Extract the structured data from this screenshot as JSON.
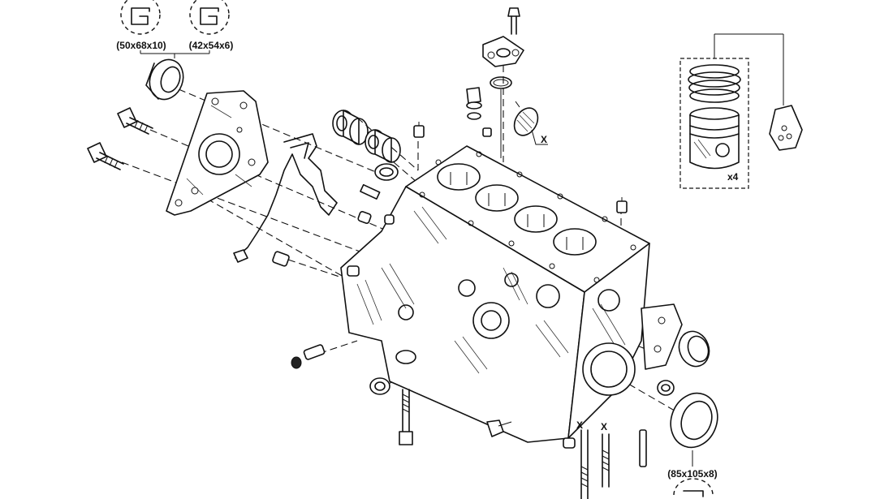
{
  "labels": {
    "seal_top_left": "(50x68x10)",
    "seal_top_right": "(42x54x6)",
    "seal_bottom": "(85x105x8)",
    "qty_piston": "x4",
    "mark_pan": "X",
    "mark_bolt_1": "X",
    "mark_bolt_2": "X"
  }
}
